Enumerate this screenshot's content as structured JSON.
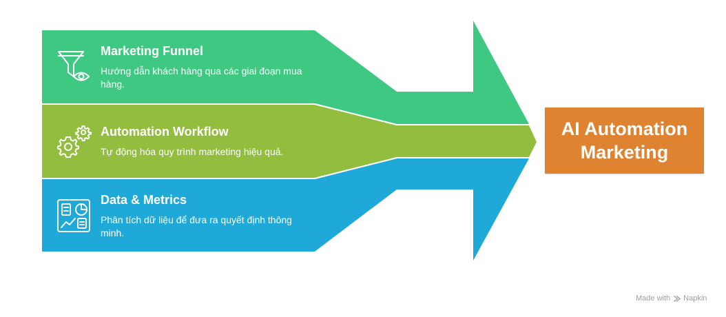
{
  "bands": [
    {
      "title": "Marketing Funnel",
      "description": "Hướng dẫn khách hàng qua các giai đoạn mua hàng.",
      "icon": "funnel-eye-icon",
      "color": "#3ec882"
    },
    {
      "title": "Automation Workflow",
      "description": "Tự động hóa quy trình marketing hiệu quả.",
      "icon": "gears-icon",
      "color": "#92bd3e"
    },
    {
      "title": "Data & Metrics",
      "description": "Phân tích dữ liệu để đưa ra quyết định thông minh.",
      "icon": "dashboard-icon",
      "color": "#1fa9d8"
    }
  ],
  "result": {
    "label": "AI Automation Marketing",
    "color": "#de8430"
  },
  "watermark": {
    "made_with": "Made with",
    "brand": "Napkin"
  }
}
